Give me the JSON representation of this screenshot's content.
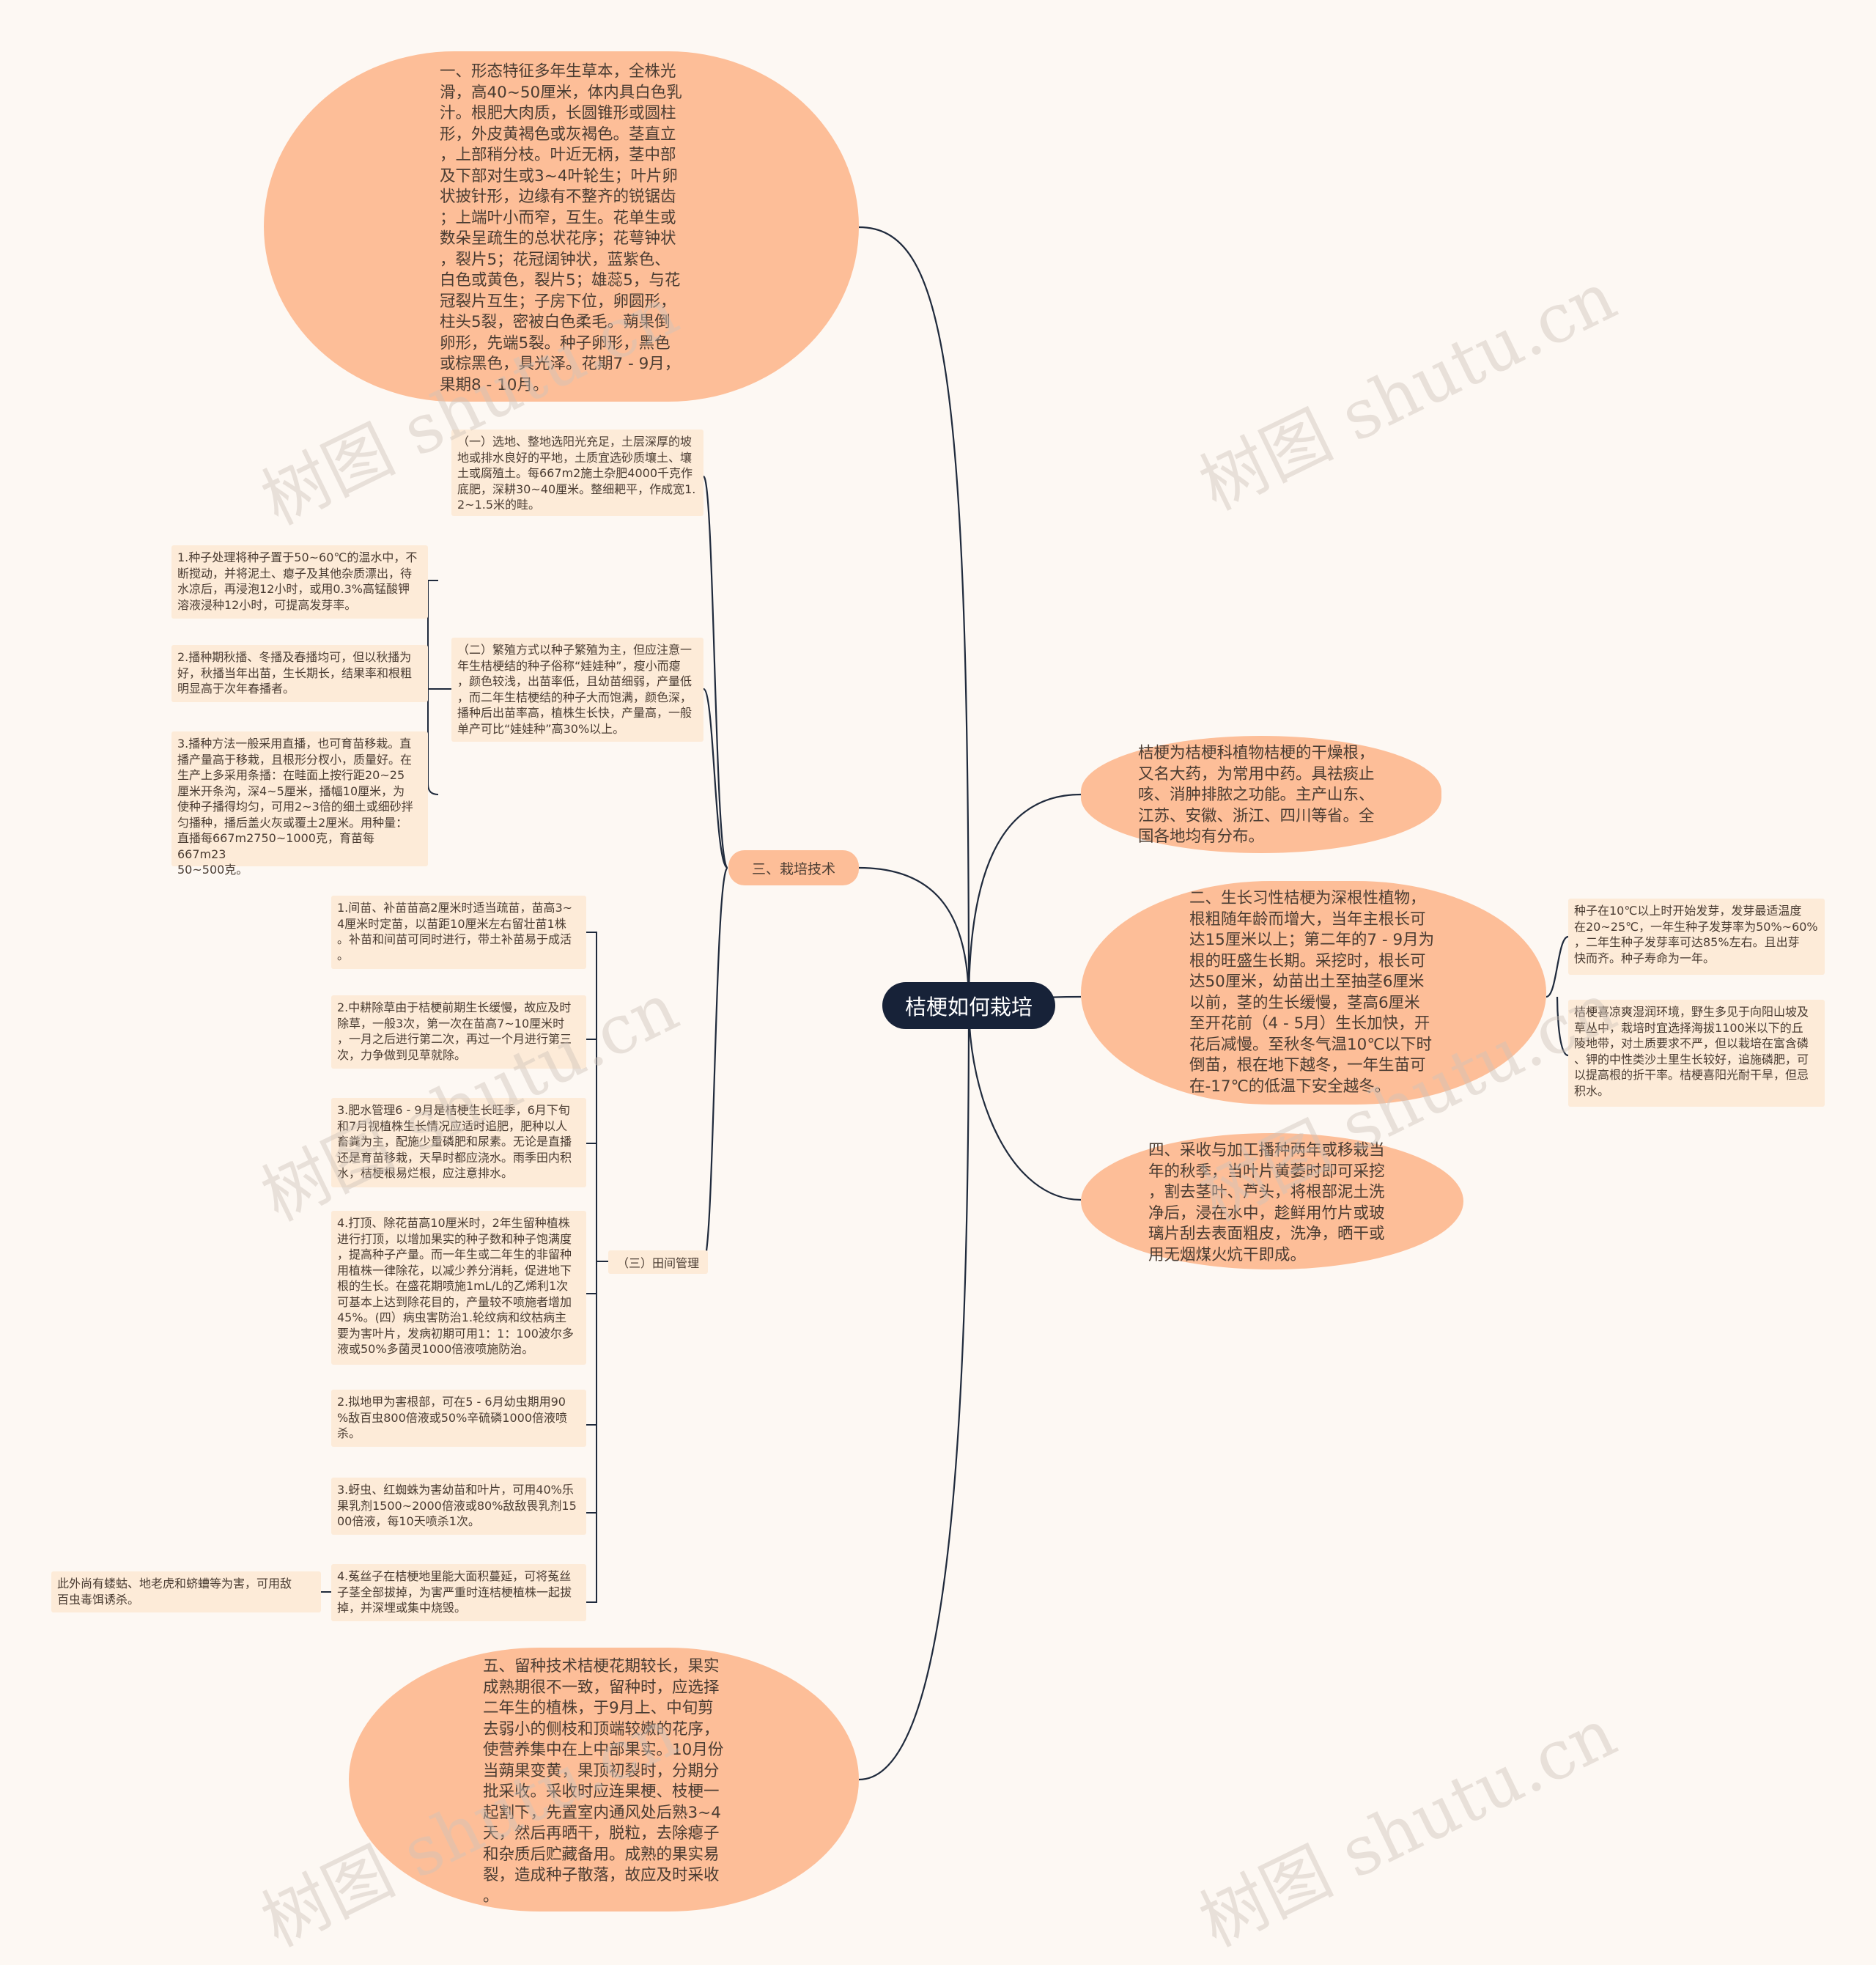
{
  "root": {
    "label": "桔梗如何栽培"
  },
  "nodes": {
    "morphology": "一、形态特征多年生草本，全株光\n滑，高40~50厘米，体内具白色乳\n汁。根肥大肉质，长圆锥形或圆柱\n形，外皮黄褐色或灰褐色。茎直立\n，上部稍分枝。叶近无柄，茎中部\n及下部对生或3~4叶轮生；叶片卵\n状披针形，边缘有不整齐的锐锯齿\n；上端叶小而窄，互生。花单生或\n数朵呈疏生的总状花序；花萼钟状\n，裂片5；花冠阔钟状，蓝紫色、\n白色或黄色，裂片5；雄蕊5，与花\n冠裂片互生；子房下位，卵圆形，\n柱头5裂，密被白色柔毛。蒴果倒\n卵形，先端5裂。种子卵形，黑色\n或棕黑色，具光泽。花期7 - 9月，\n果期8 - 10月。",
    "cultivation_label": "三、栽培技术",
    "site_selection": "（一）选地、整地选阳光充足，土层深厚的坡\n地或排水良好的平地，土质宜选砂质壤土、壤\n土或腐殖土。每667m2施土杂肥4000千克作\n底肥，深耕30~40厘米。整细耙平，作成宽1.\n2~1.5米的畦。",
    "propagation": "（二）繁殖方式以种子繁殖为主，但应注意一\n年生桔梗结的种子俗称“娃娃种”，瘦小而瘪\n，颜色较浅，出苗率低，且幼苗细弱，产量低\n，而二年生桔梗结的种子大而饱满，颜色深，\n播种后出苗率高，植株生长快，产量高，一般\n单产可比“娃娃种”高30%以上。",
    "seed_treatment": "1.种子处理将种子置于50~60℃的温水中，不\n断搅动，并将泥土、瘪子及其他杂质漂出，待\n水凉后，再浸泡12小时，或用0.3%高锰酸钾\n溶液浸种12小时，可提高发芽率。",
    "sowing_time": "2.播种期秋播、冬播及春播均可，但以秋播为\n好，秋播当年出苗，生长期长，结果率和根粗\n明显高于次年春播者。",
    "sowing_method": "3.播种方法一般采用直播，也可育苗移栽。直\n播产量高于移栽，且根形分杈小，质量好。在\n生产上多采用条播：在畦面上按行距20~25\n厘米开条沟，深4~5厘米，播幅10厘米，为\n使种子播得均匀，可用2~3倍的细土或细砂拌\n匀播种，播后盖火灰或覆土2厘米。用种量：\n直播每667m2750~1000克，育苗每667m23\n50~500克。",
    "field_label": "（三）田间管理",
    "thinning": "1.间苗、补苗苗高2厘米时适当疏苗，苗高3~\n4厘米时定苗，以苗距10厘米左右留壮苗1株\n。补苗和间苗可同时进行，带土补苗易于成活\n。",
    "weeding": "2.中耕除草由于桔梗前期生长缓慢，故应及时\n除草，一般3次，第一次在苗高7~10厘米时\n，一月之后进行第二次，再过一个月进行第三\n次，力争做到见草就除。",
    "fertilizer": "3.肥水管理6 - 9月是桔梗生长旺季，6月下旬\n和7月视植株生长情况应适时追肥，肥种以人\n畜粪为主，配施少量磷肥和尿素。无论是直播\n还是育苗移栽，天旱时都应浇水。雨季田内积\n水，桔梗根易烂根，应注意排水。",
    "topping": "4.打顶、除花苗高10厘米时，2年生留种植株\n进行打顶，以增加果实的种子数和种子饱满度\n，提高种子产量。而一年生或二年生的非留种\n用植株一律除花，以减少养分消耗，促进地下\n根的生长。在盛花期喷施1mL/L的乙烯利1次\n可基本上达到除花目的，产量较不喷施者增加\n45%。(四）病虫害防治1.轮纹病和纹枯病主\n要为害叶片，发病初期可用1：1：100波尔多\n液或50%多菌灵1000倍液喷施防治。",
    "pest_2": "2.拟地甲为害根部，可在5 - 6月幼虫期用90\n%敌百虫800倍液或50%辛硫磷1000倍液喷\n杀。",
    "pest_3": "3.蚜虫、红蜘蛛为害幼苗和叶片，可用40%乐\n果乳剂1500~2000倍液或80%敌敌畏乳剂15\n00倍液，每10天喷杀1次。",
    "pest_4": "4.菟丝子在桔梗地里能大面积蔓延，可将菟丝\n子茎全部拔掉，为害严重时连桔梗植株一起拔\n掉，并深埋或集中烧毁。",
    "pest_extra": "此外尚有蝼蛄、地老虎和蛴螬等为害，可用敌\n百虫毒饵诱杀。",
    "seed_keeping": "五、留种技术桔梗花期较长，果实\n成熟期很不一致，留种时，应选择\n二年生的植株，于9月上、中旬剪\n去弱小的侧枝和顶端较嫩的花序，\n使营养集中在上中部果实。10月份\n当蒴果变黄，果顶初裂时，分期分\n批采收。采收时应连果梗、枝梗一\n起割下，先置室内通风处后熟3~4\n天，然后再晒干，脱粒，去除瘪子\n和杂质后贮藏备用。成熟的果实易\n裂，造成种子散落，故应及时采收\n。",
    "intro": "桔梗为桔梗科植物桔梗的干燥根，\n又名大药，为常用中药。具祛痰止\n咳、消肿排脓之功能。主产山东、\n江苏、安徽、浙江、四川等省。全\n国各地均有分布。",
    "habits": "二、生长习性桔梗为深根性植物，\n根粗随年龄而增大，当年主根长可\n达15厘米以上；第二年的7 - 9月为\n根的旺盛生长期。采挖时，根长可\n达50厘米，幼苗出土至抽茎6厘米\n以前，茎的生长缓慢，茎高6厘米\n至开花前（4 - 5月）生长加快，开\n花后减慢。至秋冬气温10℃以下时\n倒苗，根在地下越冬，一年生苗可\n在-17℃的低温下安全越冬。",
    "germination": "种子在10℃以上时开始发芽，发芽最适温度\n在20~25℃，一年生种子发芽率为50%~60%\n，二年生种子发芽率可达85%左右。且出芽\n快而齐。种子寿命为一年。",
    "environment": "桔梗喜凉爽湿润环境，野生多见于向阳山坡及\n草丛中，栽培时宜选择海拔1100米以下的丘\n陵地带，对土质要求不严，但以栽培在富含磷\n、钾的中性类沙土里生长较好，追施磷肥，可\n以提高根的折干率。桔梗喜阳光耐干旱，但忌\n积水。",
    "harvest": "四、采收与加工播种两年或移栽当\n年的秋季，当叶片黄萎时即可采挖\n，割去茎叶、芦头，将根部泥土洗\n净后，浸在水中，趁鲜用竹片或玻\n璃片刮去表面粗皮，洗净，晒干或\n用无烟煤火炕干即成。"
  },
  "watermark": "树图 shutu.cn",
  "colors": {
    "background": "#fdf8f3",
    "blob": "#fdbe98",
    "box": "#fdebd8",
    "root": "#172238",
    "line": "#1f2a3c"
  }
}
